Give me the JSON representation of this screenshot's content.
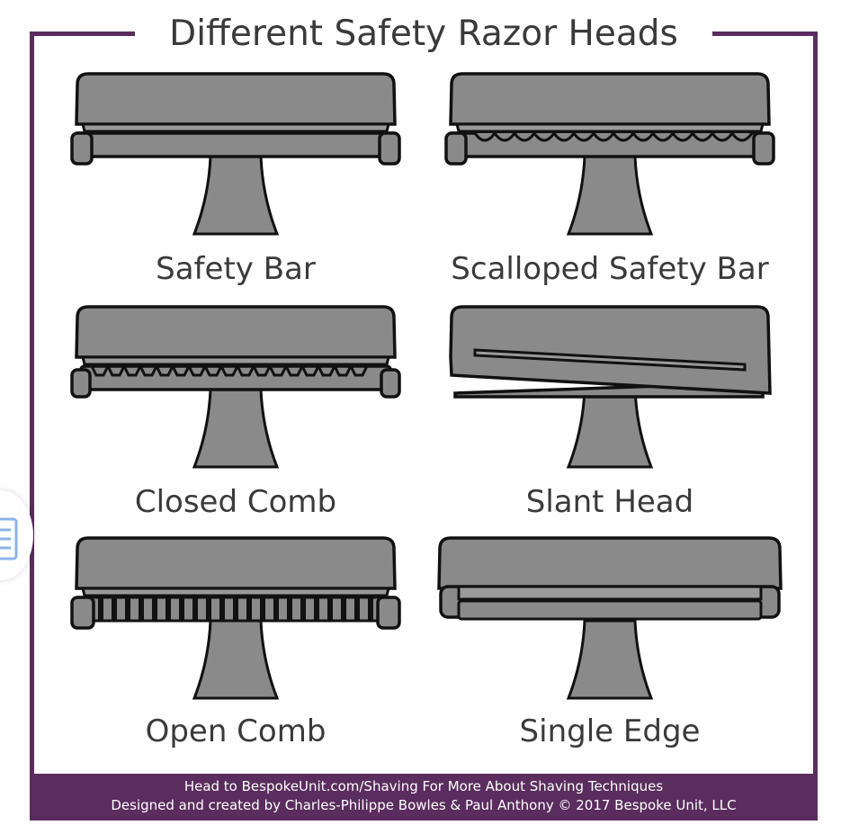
{
  "title": "Different Safety Razor Heads",
  "colors": {
    "frame": "#5a2d5e",
    "head_fill": "#8a8a8a",
    "outline": "#111111",
    "text": "#3a3a3a"
  },
  "heads": [
    {
      "label": "Safety Bar",
      "type": "safety-bar"
    },
    {
      "label": "Scalloped Safety Bar",
      "type": "scalloped-safety-bar"
    },
    {
      "label": "Closed Comb",
      "type": "closed-comb"
    },
    {
      "label": "Slant Head",
      "type": "slant-head"
    },
    {
      "label": "Open Comb",
      "type": "open-comb"
    },
    {
      "label": "Single Edge",
      "type": "single-edge"
    }
  ],
  "footer": {
    "line1": "Head to BespokeUnit.com/Shaving For More About Shaving Techniques",
    "line2": "Designed and created by Charles-Philippe Bowles & Paul Anthony © 2017 Bespoke Unit, LLC"
  },
  "edge_icon": "document-icon"
}
